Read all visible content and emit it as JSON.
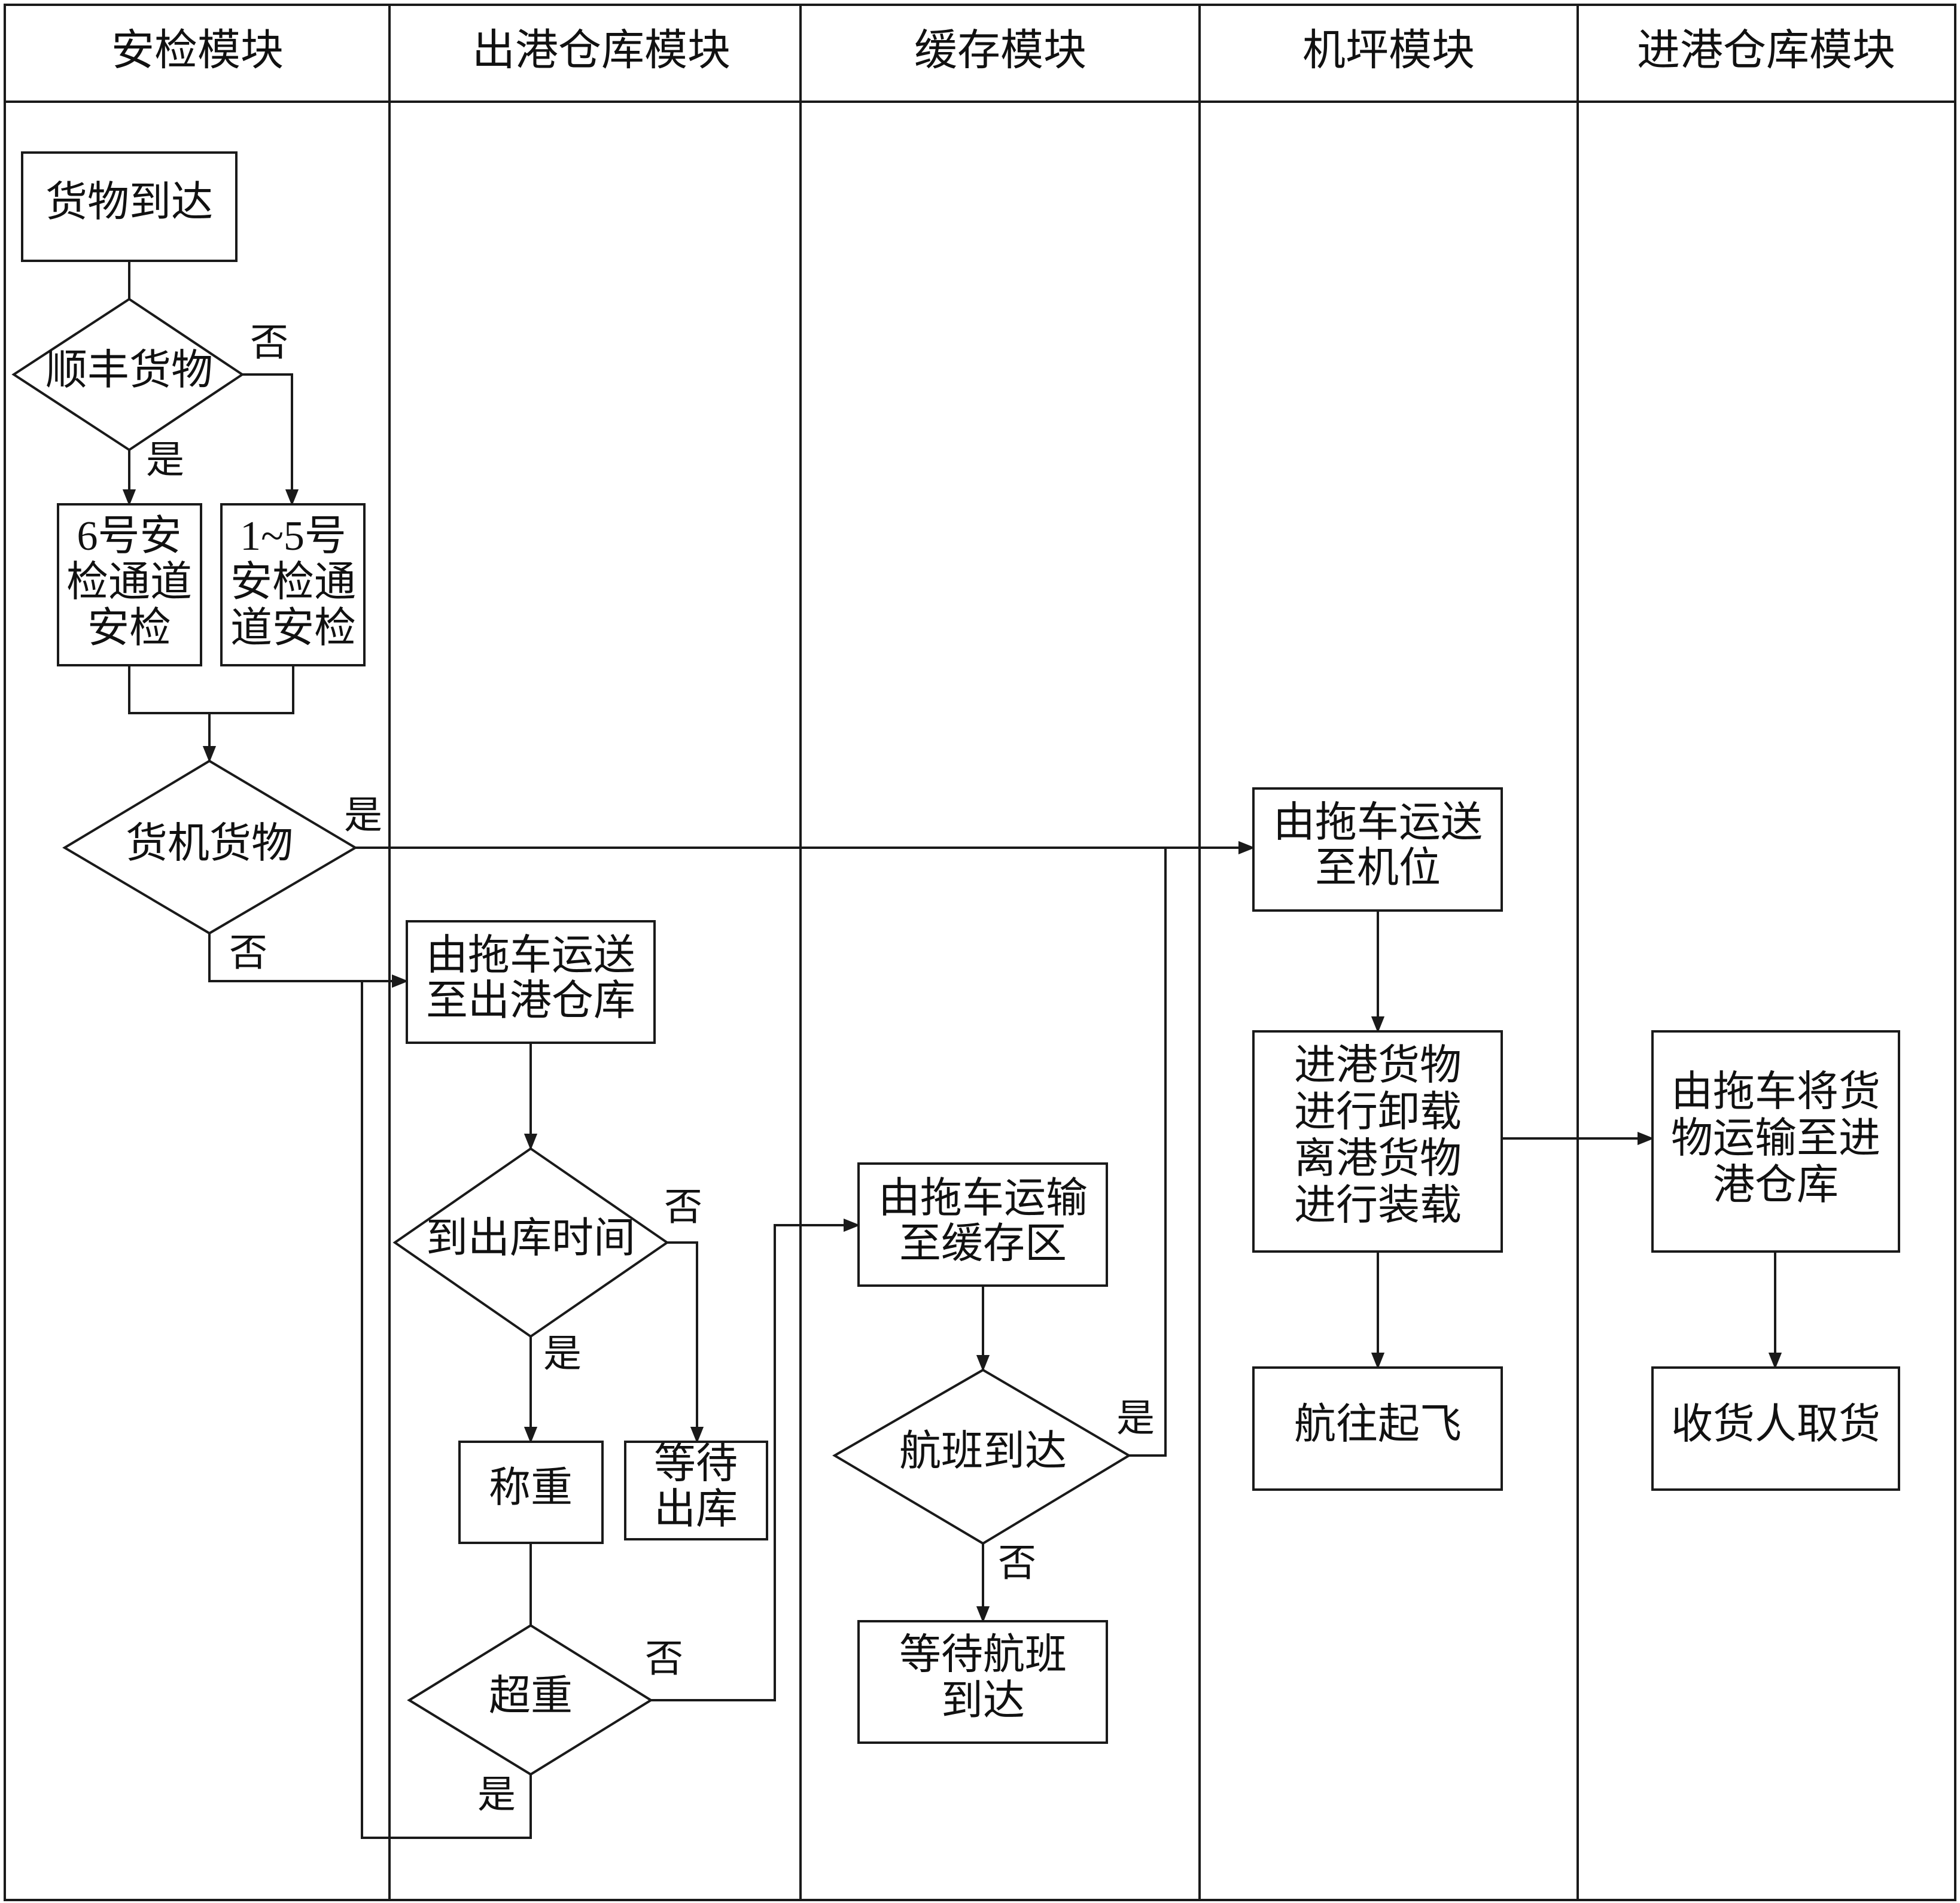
{
  "lanes": [
    "安检模块",
    "出港仓库模块",
    "缓存模块",
    "机坪模块",
    "进港仓库模块"
  ],
  "nodes": {
    "cargo_arrive": [
      "货物到达"
    ],
    "sf_cargo": [
      "顺丰货物"
    ],
    "ch6": [
      "6号安",
      "检通道",
      "安检"
    ],
    "ch15": [
      "1~5号",
      "安检通",
      "道安检"
    ],
    "freighter": [
      "货机货物"
    ],
    "tow_stand": [
      "由拖车运送",
      "至机位"
    ],
    "tow_out_wh": [
      "由拖车运送",
      "至出港仓库"
    ],
    "out_time": [
      "到出库时间"
    ],
    "weigh": [
      "称重"
    ],
    "wait_out": [
      "等待",
      "出库"
    ],
    "overweight": [
      "超重"
    ],
    "tow_buffer": [
      "由拖车运输",
      "至缓存区"
    ],
    "flight_arrive": [
      "航班到达"
    ],
    "wait_flight": [
      "等待航班",
      "到达"
    ],
    "load_unload": [
      "进港货物",
      "进行卸载",
      "离港货物",
      "进行装载"
    ],
    "takeoff": [
      "航往起飞"
    ],
    "tow_in_wh": [
      "由拖车将货",
      "物运输至进",
      "港仓库"
    ],
    "pickup": [
      "收货人取货"
    ]
  },
  "labels": {
    "yes": "是",
    "no": "否"
  }
}
